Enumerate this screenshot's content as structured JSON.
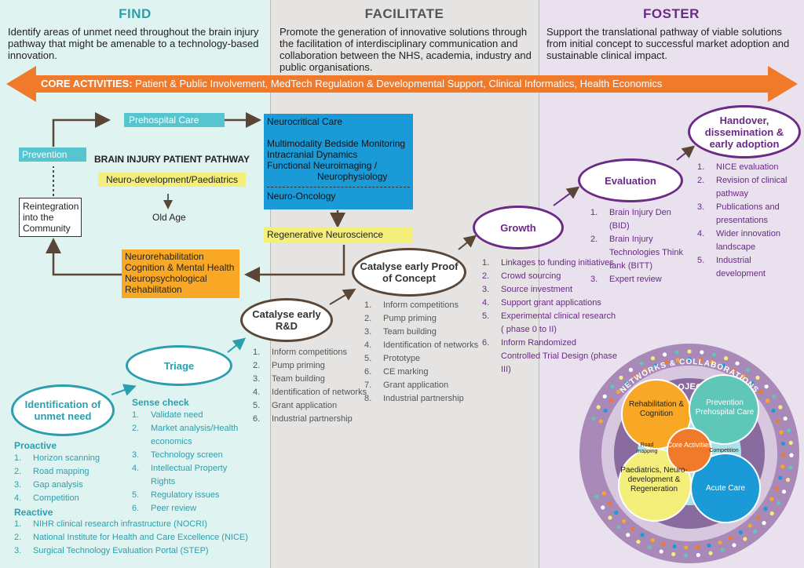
{
  "columns": {
    "find": {
      "title": "FIND",
      "description": "Identify areas of unmet need throughout the brain injury pathway that might be amenable to a technology-based innovation."
    },
    "facilitate": {
      "title": "FACILITATE",
      "description": "Promote the generation of innovative solutions through the facilitation of interdisciplinary communication and collaboration between the NHS, academia, industry and public organisations."
    },
    "foster": {
      "title": "FOSTER",
      "description": "Support the translational pathway of viable solutions from initial concept to successful market adoption and sustainable clinical impact."
    }
  },
  "core": {
    "label": "CORE ACTIVITIES:",
    "text": " Patient & Public Involvement, MedTech Regulation & Developmental Support, Clinical Informatics, Health  Economics"
  },
  "pathway": {
    "title": "BRAIN INJURY PATIENT PATHWAY",
    "prehospital": "Prehospital Care",
    "prevention": "Prevention",
    "neurodev": "Neuro-development/Paediatrics",
    "old_age": "Old Age",
    "reintegration": "Reintegration into the Community",
    "neurocritical": [
      "Neurocritical Care",
      "",
      "Multimodality Bedside Monitoring",
      "Intracranial Dynamics",
      "Functional Neuroimaging /",
      "Neurophysiology"
    ],
    "neuro_oncology": "Neuro-Oncology",
    "regenerative": "Regenerative Neuroscience",
    "neurorehab": [
      "Neurorehabilitation",
      "Cognition & Mental Health",
      "Neuropsychological",
      "Rehabilitation"
    ]
  },
  "stages": {
    "identification": "Identification of unmet need",
    "triage": "Triage",
    "catalyse_rd": "Catalyse early R&D",
    "catalyse_poc": "Catalyse early Proof of Concept",
    "growth": "Growth",
    "evaluation": "Evaluation",
    "handover": "Handover, dissemination & early adoption"
  },
  "proactive": {
    "title": "Proactive",
    "items": [
      "Horizon scanning",
      "Road mapping",
      "Gap analysis",
      "Competition"
    ]
  },
  "reactive": {
    "title": "Reactive",
    "items": [
      "NIHR clinical research infrastructure (NOCRI)",
      "National Institute for Health and Care Excellence (NICE)",
      "Surgical Technology Evaluation Portal (STEP)"
    ]
  },
  "sense_check": {
    "title": "Sense check",
    "items": [
      "Validate need",
      "Market analysis/Health economics",
      "Technology screen",
      "Intellectual Property Rights",
      "Regulatory issues",
      "Peer review"
    ]
  },
  "rd_list": [
    "Inform competitions",
    "Pump priming",
    "Team building",
    "Identification of networks",
    "Grant application",
    "Industrial partnership"
  ],
  "poc_list": [
    "Inform competitions",
    "Pump priming",
    "Team building",
    "Identification of networks",
    "Prototype",
    "CE marking",
    "Grant application",
    "Industrial partnership"
  ],
  "growth_list": [
    "Linkages to funding initiatives",
    "Crowd sourcing",
    "Source investment",
    "Support grant applications",
    "Experimental clinical research ( phase 0 to II)",
    "Inform Randomized Controlled Trial Design (phase III)"
  ],
  "eval_list": [
    "Brain Injury Den (BID)",
    "Brain Injury Technologies Think tank (BITT)",
    "Expert review"
  ],
  "handover_list": [
    "NICE evaluation",
    "Revision of clinical pathway",
    "Publications and presentations",
    "Wider innovation landscape",
    "Industrial development"
  ],
  "networks": {
    "ring_label": "NETWORKS & COLLABORATIONS",
    "projects": "PROJECTS",
    "rehab": "Rehabilitation & Cognition",
    "prevention": "Prevention Prehospital Care",
    "paediatrics": "Paediatrics, Neuro-development & Regeneration",
    "acute": "Acute Care",
    "core": "Core Activities",
    "road": "Road mapping",
    "competition": "Competition"
  },
  "colors": {
    "teal": "#2b9fae",
    "orange": "#f07a2a",
    "brown": "#5a4636",
    "purple": "#6a2a85",
    "blue": "#1a9ad6",
    "yellow": "#f4ef7a",
    "amber": "#f9a825"
  }
}
